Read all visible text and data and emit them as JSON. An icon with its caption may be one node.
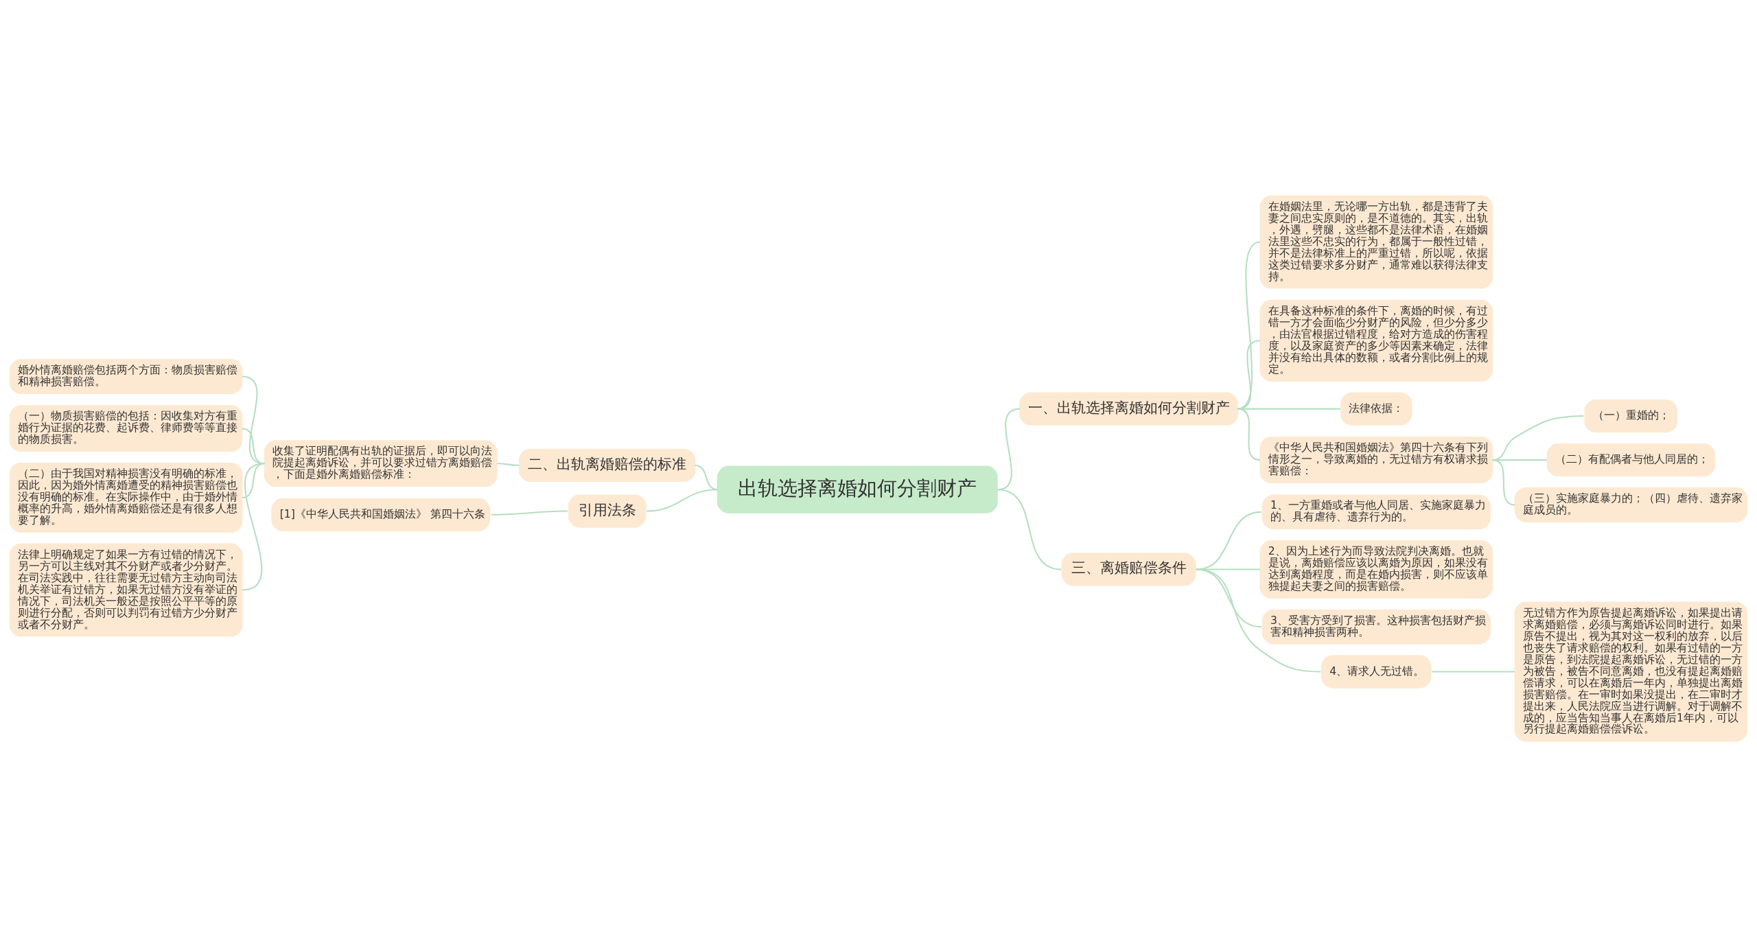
{
  "diagram": {
    "nodes": [
      {
        "text": [
          "出轨选择离婚如何分割财产"
        ]
      },
      {
        "text": [
          "一、出轨选择离婚如何分割财产"
        ]
      },
      {
        "text": [
          "在婚姻法里，无论哪一方出轨，都是违背了夫妻之间忠实原则的，是不道德的。其实，出轨，外遇，劈腿，这些都不是法律术语，在婚姻法里这些不忠实的行为，都属于一般性过错，并不是法律标准上的严重过错，所以呢，依据这类过错要求多分财产，通常难以获得法律支持。"
        ]
      },
      {
        "text": [
          "在具备这种标准的条件下，离婚的时候，有过错一方才会面临少分财产的风险，但少分多少，由法官根据过错程度，给对方造成的伤害程度，以及家庭资产的多少等因素来确定，法律并没有给出具体的数额，或者分割比例上的规定。"
        ]
      },
      {
        "text": [
          "法律依据："
        ]
      },
      {
        "text": [
          "《中华人民共和国婚姻法》第四十六条有下列情形之一，导致离婚的，无过错方有权请求损害赔偿："
        ]
      },
      {
        "text": [
          "（一）重婚的；"
        ]
      },
      {
        "text": [
          "（二）有配偶者与他人同居的；"
        ]
      },
      {
        "text": [
          "（三）实施家庭暴力的；（四）虐待、遗弃家庭成员的。"
        ]
      },
      {
        "text": [
          "二、出轨离婚赔偿的标准"
        ]
      },
      {
        "text": [
          "收集了证明配偶有出轨的证据后，即可以向法院提起离婚诉讼，并可以要求过错方离婚赔偿，下面是婚外离婚赔偿标准："
        ]
      },
      {
        "text": [
          "婚外情离婚赔偿包括两个方面：物质损害赔偿和精神损害赔偿。"
        ]
      },
      {
        "text": [
          "（一）物质损害赔偿的包括：因收集对方有重婚行为证据的花费、起诉费、律师费等等直接的物质损害。"
        ]
      },
      {
        "text": [
          "（二）由于我国对精神损害没有明确的标准，因此，因为婚外情离婚遭受的精神损害赔偿也没有明确的标准。在实际操作中，由于婚外情概率的升高，婚外情离婚赔偿还是有很多人想要了解。"
        ]
      },
      {
        "text": [
          "法律上明确规定了如果一方有过错的情况下，另一方可以主线对其不分财产或者少分财产。在司法实践中，往往需要无过错方主动向司法机关举证有过错方，如果无过错方没有举证的情况下，司法机关一般还是按照公平平等的原则进行分配，否则可以判罚有过错方少分财产或者不分财产。"
        ]
      },
      {
        "text": [
          "三、离婚赔偿条件"
        ]
      },
      {
        "text": [
          "1、一方重婚或者与他人同居、实施家庭暴力的、具有虐待、遗弃行为的。"
        ]
      },
      {
        "text": [
          "2、因为上述行为而导致法院判决离婚。也就是说，离婚赔偿应该以离婚为原因，如果没有达到离婚程度，而是在婚内损害，则不应该单独提起夫妻之间的损害赔偿。"
        ]
      },
      {
        "text": [
          "3、受害方受到了损害。这种损害包括财产损害和精神损害两种。"
        ]
      },
      {
        "text": [
          "4、请求人无过错。"
        ]
      },
      {
        "text": [
          "无过错方作为原告提起离婚诉讼，如果提出请求离婚赔偿，必须与离婚诉讼同时进行。如果原告不提出，视为其对这一权利的放弃，以后也丧失了请求赔偿的权利。如果有过错的一方是原告，到法院提起离婚诉讼，无过错的一方为被告，被告不同意离婚，也没有提起离婚赔偿请求，可以在离婚后一年内，单独提出离婚损害赔偿。在一审时如果没提出，在二审时才提出来，人民法院应当进行调解。对于调解不成的，应当告知当事人在离婚后1年内，可以另行提起离婚赔偿偿诉讼。"
        ]
      },
      {
        "text": [
          "引用法条"
        ]
      },
      {
        "text": [
          "[1]《中华人民共和国婚姻法》 第四十六条"
        ]
      }
    ],
    "edges": [
      {
        "from": 0,
        "to": 1,
        "arrow": "none"
      },
      {
        "from": 1,
        "to": 2,
        "arrow": "none"
      },
      {
        "from": 1,
        "to": 3,
        "arrow": "none"
      },
      {
        "from": 1,
        "to": 4,
        "arrow": "none"
      },
      {
        "from": 1,
        "to": 5,
        "arrow": "none"
      },
      {
        "from": 5,
        "to": 6,
        "arrow": "none"
      },
      {
        "from": 5,
        "to": 7,
        "arrow": "none"
      },
      {
        "from": 5,
        "to": 8,
        "arrow": "none"
      },
      {
        "from": 9,
        "to": 0,
        "arrow": "none"
      },
      {
        "from": 10,
        "to": 9,
        "arrow": "none"
      },
      {
        "from": 11,
        "to": 10,
        "arrow": "none"
      },
      {
        "from": 12,
        "to": 10,
        "arrow": "none"
      },
      {
        "from": 13,
        "to": 10,
        "arrow": "none"
      },
      {
        "from": 14,
        "to": 10,
        "arrow": "none"
      },
      {
        "from": 0,
        "to": 15,
        "arrow": "none"
      },
      {
        "from": 15,
        "to": 16,
        "arrow": "none"
      },
      {
        "from": 15,
        "to": 17,
        "arrow": "none"
      },
      {
        "from": 15,
        "to": 18,
        "arrow": "none"
      },
      {
        "from": 15,
        "to": 19,
        "arrow": "none"
      },
      {
        "from": 19,
        "to": 20,
        "arrow": "none"
      },
      {
        "from": 21,
        "to": 0,
        "arrow": "none"
      },
      {
        "from": 22,
        "to": 21,
        "arrow": "none"
      }
    ]
  }
}
